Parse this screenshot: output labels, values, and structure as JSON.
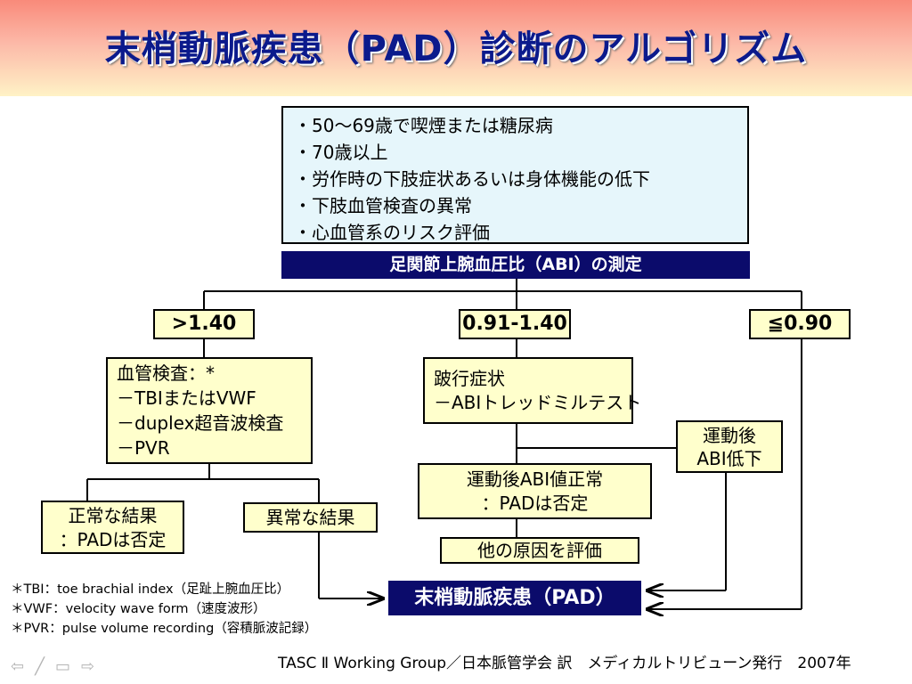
{
  "title": "末梢動脈疾患（PAD）診断のアルゴリズム",
  "criteria": [
    "・50～69歳で喫煙または糖尿病",
    "・70歳以上",
    "・労作時の下肢症状あるいは身体機能の低下",
    "・下肢血管検査の異常",
    "・心血管系のリスク評価"
  ],
  "abi_measure": "足関節上腕血圧比（ABI）の測定",
  "branches": {
    "high": ">1.40",
    "normal": "0.91-1.40",
    "low": "≦0.90"
  },
  "vascular_tests": [
    "血管検査：*",
    "－TBIまたはVWF",
    "－duplex超音波検査",
    "－PVR"
  ],
  "normal_result": [
    "正常な結果",
    "：PADは否定"
  ],
  "abnormal_result": "異常な結果",
  "claudication": [
    "跛行症状",
    "－ABIトレッドミルテスト"
  ],
  "post_exercise_low": [
    "運動後",
    "ABI低下"
  ],
  "post_exercise_normal": [
    "運動後ABI値正常",
    "：PADは否定"
  ],
  "other_causes": "他の原因を評価",
  "pad": "末梢動脈疾患（PAD）",
  "notes": [
    "＊TBI：toe brachial index（足趾上腕血圧比）",
    "＊VWF：velocity wave form（速度波形）",
    "＊PVR：pulse volume recording（容積脈波記録）"
  ],
  "credit": "TASC Ⅱ Working Group／日本脈管学会 訳　メディカルトリビューン発行　2007年",
  "colors": {
    "title": "#0b1a8c",
    "box_fill": "#ffffcc",
    "pad_fill": "#0b0b6b",
    "criteria_fill": "#e6f6fb"
  }
}
